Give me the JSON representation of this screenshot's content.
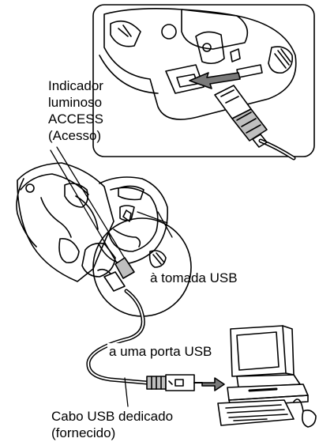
{
  "labels": {
    "indicator": [
      "Indicador",
      "luminoso",
      "ACCESS",
      "(Acesso)"
    ],
    "usb_socket": "à tomada USB",
    "usb_port": "a uma porta USB",
    "cable": [
      "Cabo USB dedicado",
      "(fornecido)"
    ]
  },
  "icons": [
    "camera-body",
    "usb-connector",
    "usb-cable",
    "arrow-icon",
    "computer",
    "keyboard",
    "mouse"
  ],
  "colors": {
    "line": "#000000",
    "fill_gray": "#bfbfbf",
    "fill_dark": "#7a7a7a"
  }
}
